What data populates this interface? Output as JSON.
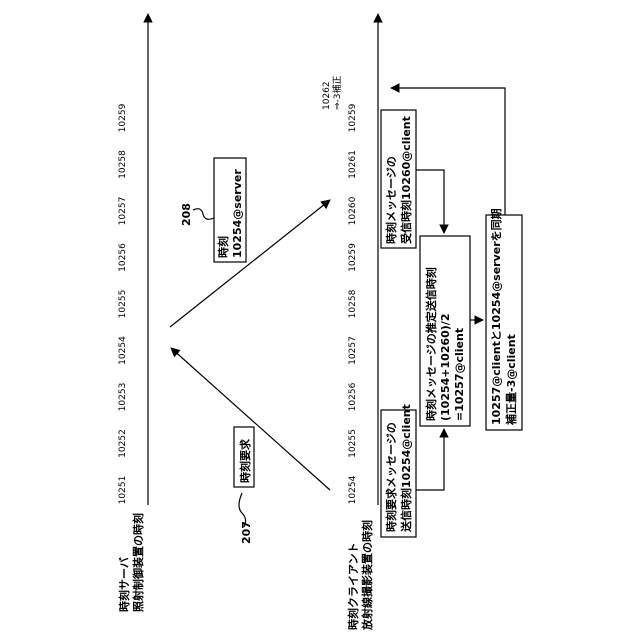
{
  "server": {
    "axis_label": [
      "時刻サーバ",
      "照射制御装置の時刻"
    ],
    "ticks": [
      "10251",
      "10252",
      "10253",
      "10254",
      "10255",
      "10256",
      "10257",
      "10258",
      "10259"
    ]
  },
  "client": {
    "axis_label": [
      "時刻クライアント",
      "放射線撮影装置の時刻"
    ],
    "ticks": [
      "10254",
      "10255",
      "10256",
      "10257",
      "10258",
      "10259",
      "10260",
      "10261",
      "10259"
    ],
    "corr_label": [
      "10262",
      "⇒-3補正"
    ]
  },
  "refs": {
    "request": "207",
    "response": "208"
  },
  "boxes": {
    "request": "時刻要求",
    "server_time": [
      "時刻",
      "10254@server"
    ],
    "send_time": [
      "時刻要求メッセージの",
      "送信時刻10254@client"
    ],
    "recv_time": [
      "時刻メッセージの",
      "受信時刻10260@client"
    ],
    "estimate": [
      "時刻メッセージの推定送信時刻",
      "(10254+10260)/2",
      "=10257@client"
    ],
    "sync": [
      "10257@clientと10254@serverを同期",
      "補正量-3@client"
    ]
  }
}
